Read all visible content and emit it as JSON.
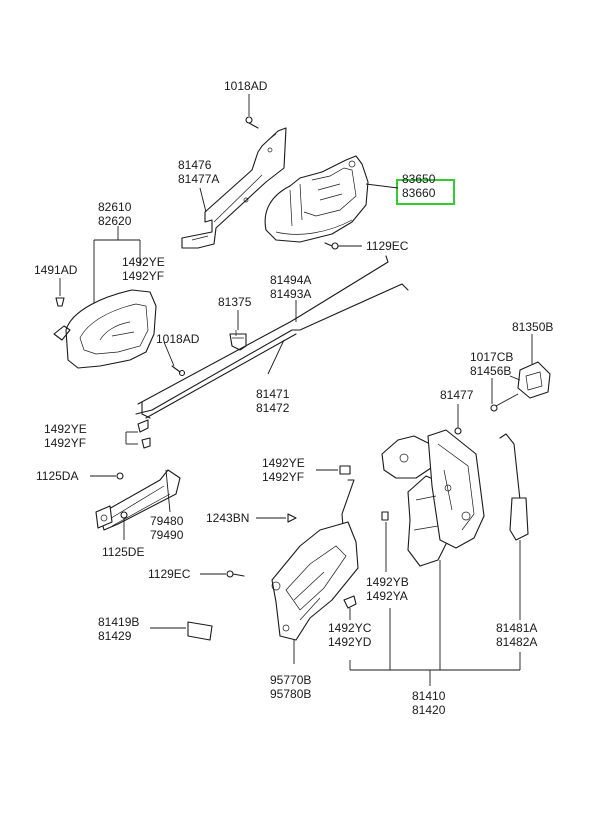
{
  "highlight_color": "#33cc33",
  "labels": {
    "p1018ad_top": "1018AD",
    "p81476": "81476",
    "p81477a": "81477A",
    "p83650": "83650",
    "p83660": "83660",
    "p1129ec_top": "1129EC",
    "p82610": "82610",
    "p82620": "82620",
    "p1491ad": "1491AD",
    "p1492ye_a": "1492YE",
    "p1492yf_a": "1492YF",
    "p81494a": "81494A",
    "p81493a": "81493A",
    "p81375": "81375",
    "p1018ad_mid": "1018AD",
    "p81471": "81471",
    "p81472": "81472",
    "p81350b": "81350B",
    "p1017cb": "1017CB",
    "p81456b": "81456B",
    "p81477": "81477",
    "p1492ye_b": "1492YE",
    "p1492yf_b": "1492YF",
    "p1125da": "1125DA",
    "p1492ye_c": "1492YE",
    "p1492yf_c": "1492YF",
    "p79480": "79480",
    "p79490": "79490",
    "p1243bn": "1243BN",
    "p1125de": "1125DE",
    "p1129ec_low": "1129EC",
    "p1492yb": "1492YB",
    "p1492ya": "1492YA",
    "p81419b": "81419B",
    "p81429": "81429",
    "p1492yc": "1492YC",
    "p1492yd": "1492YD",
    "p81481a": "81481A",
    "p81482a": "81482A",
    "p95770b": "95770B",
    "p95780b": "95780B",
    "p81410": "81410",
    "p81420": "81420"
  }
}
